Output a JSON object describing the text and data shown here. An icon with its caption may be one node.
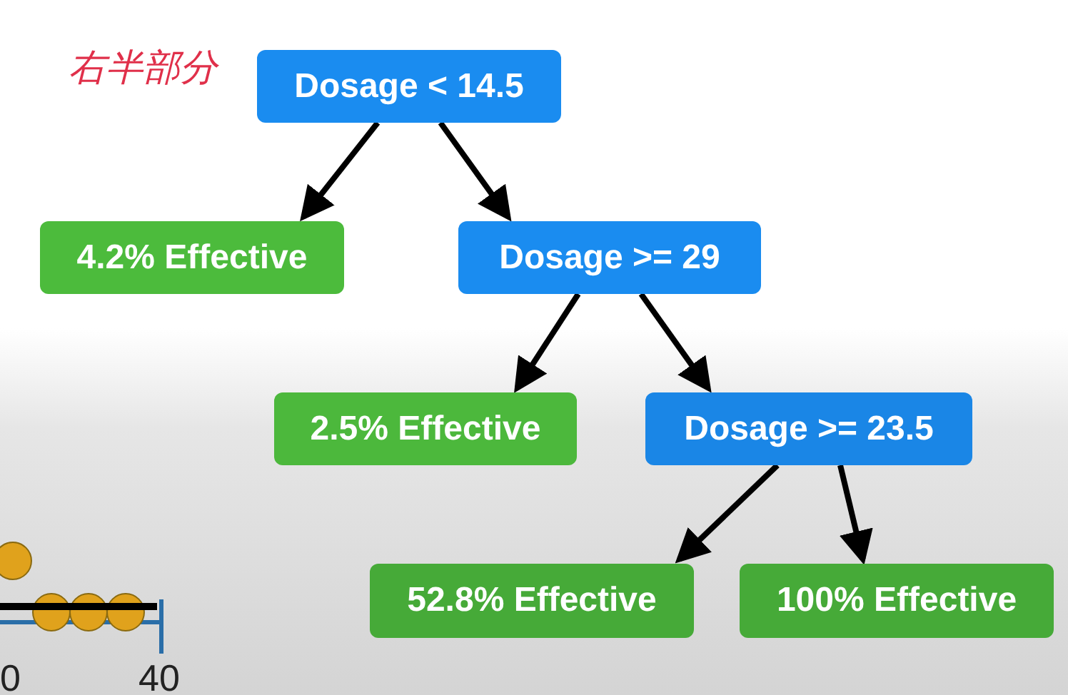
{
  "diagram": {
    "nodes": [
      {
        "text": [
          "Dosage < 14.5"
        ]
      },
      {
        "text": [
          "4.2% Effective"
        ]
      },
      {
        "text": [
          "Dosage >= 29"
        ]
      },
      {
        "text": [
          "2.5% Effective"
        ]
      },
      {
        "text": [
          "Dosage >= 23.5"
        ]
      },
      {
        "text": [
          "52.8% Effective"
        ]
      },
      {
        "text": [
          "100% Effective"
        ]
      }
    ],
    "edges": [
      {
        "from": 0,
        "to": 1,
        "arrow": "to"
      },
      {
        "from": 0,
        "to": 2,
        "arrow": "to"
      },
      {
        "from": 2,
        "to": 3,
        "arrow": "to"
      },
      {
        "from": 2,
        "to": 4,
        "arrow": "to"
      },
      {
        "from": 4,
        "to": 5,
        "arrow": "to"
      },
      {
        "from": 4,
        "to": 6,
        "arrow": "to"
      }
    ],
    "labels": [
      "右半部分",
      "0",
      "40"
    ]
  }
}
